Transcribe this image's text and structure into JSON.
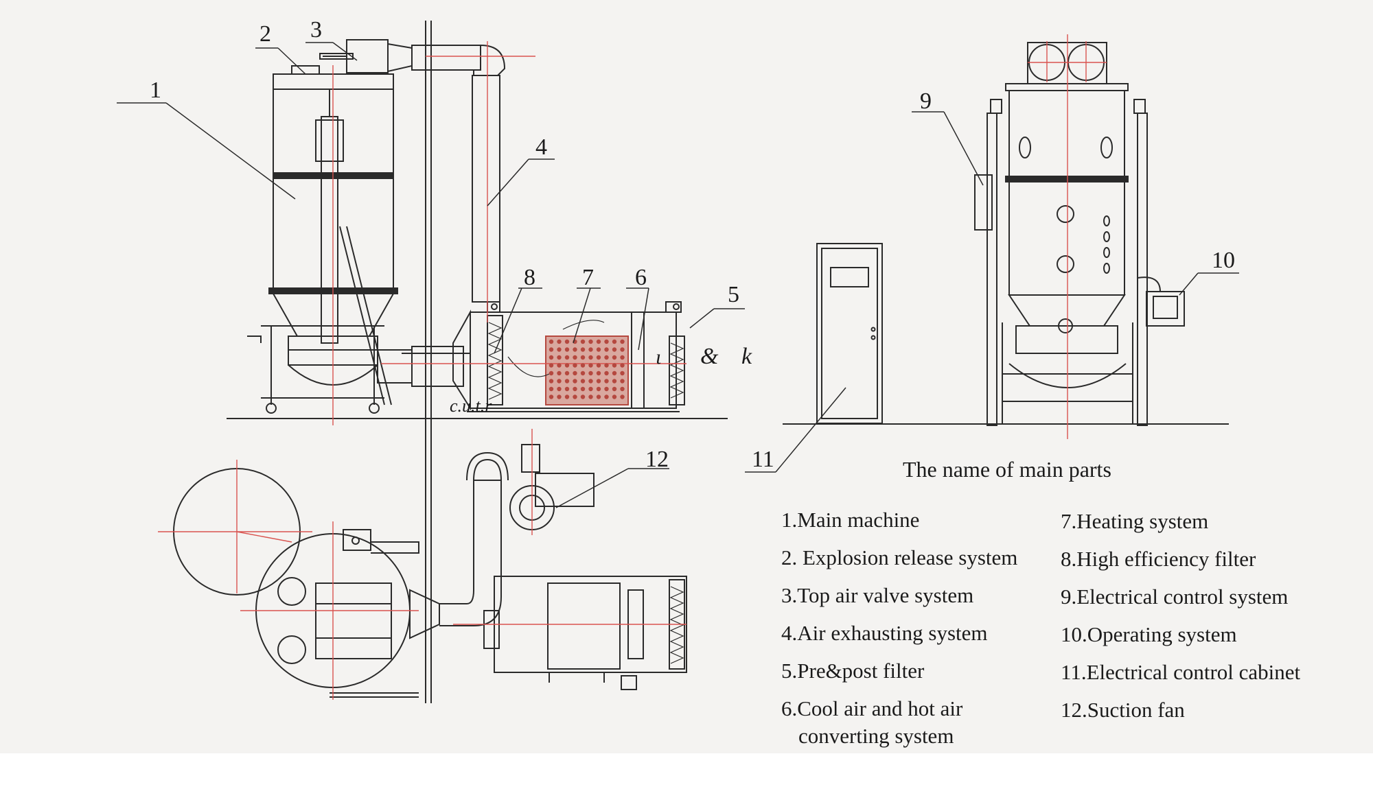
{
  "callouts": [
    "1",
    "2",
    "3",
    "4",
    "5",
    "6",
    "7",
    "8",
    "9",
    "10",
    "11",
    "12"
  ],
  "handwriting": {
    "mark_a": "&",
    "mark_b": "k",
    "mark_c": "c.u.t.r",
    "mark_d": "ι"
  },
  "caption": "The name of  main parts",
  "parts_left": [
    "1.Main machine",
    "2. Explosion release system",
    "3.Top air valve system",
    "4.Air exhausting system",
    "5.Pre&post filter",
    "6.Cool air and hot air",
    "converting system"
  ],
  "parts_right": [
    "7.Heating system",
    "8.High efficiency filter",
    "9.Electrical control system",
    "10.Operating system",
    "11.Electrical control cabinet",
    "12.Suction fan"
  ],
  "colors": {
    "line": "#2a2a2a",
    "centerline": "#d9534f",
    "heater": "#b5483f",
    "paper": "#f4f3f1",
    "margin": "#ffffff"
  }
}
